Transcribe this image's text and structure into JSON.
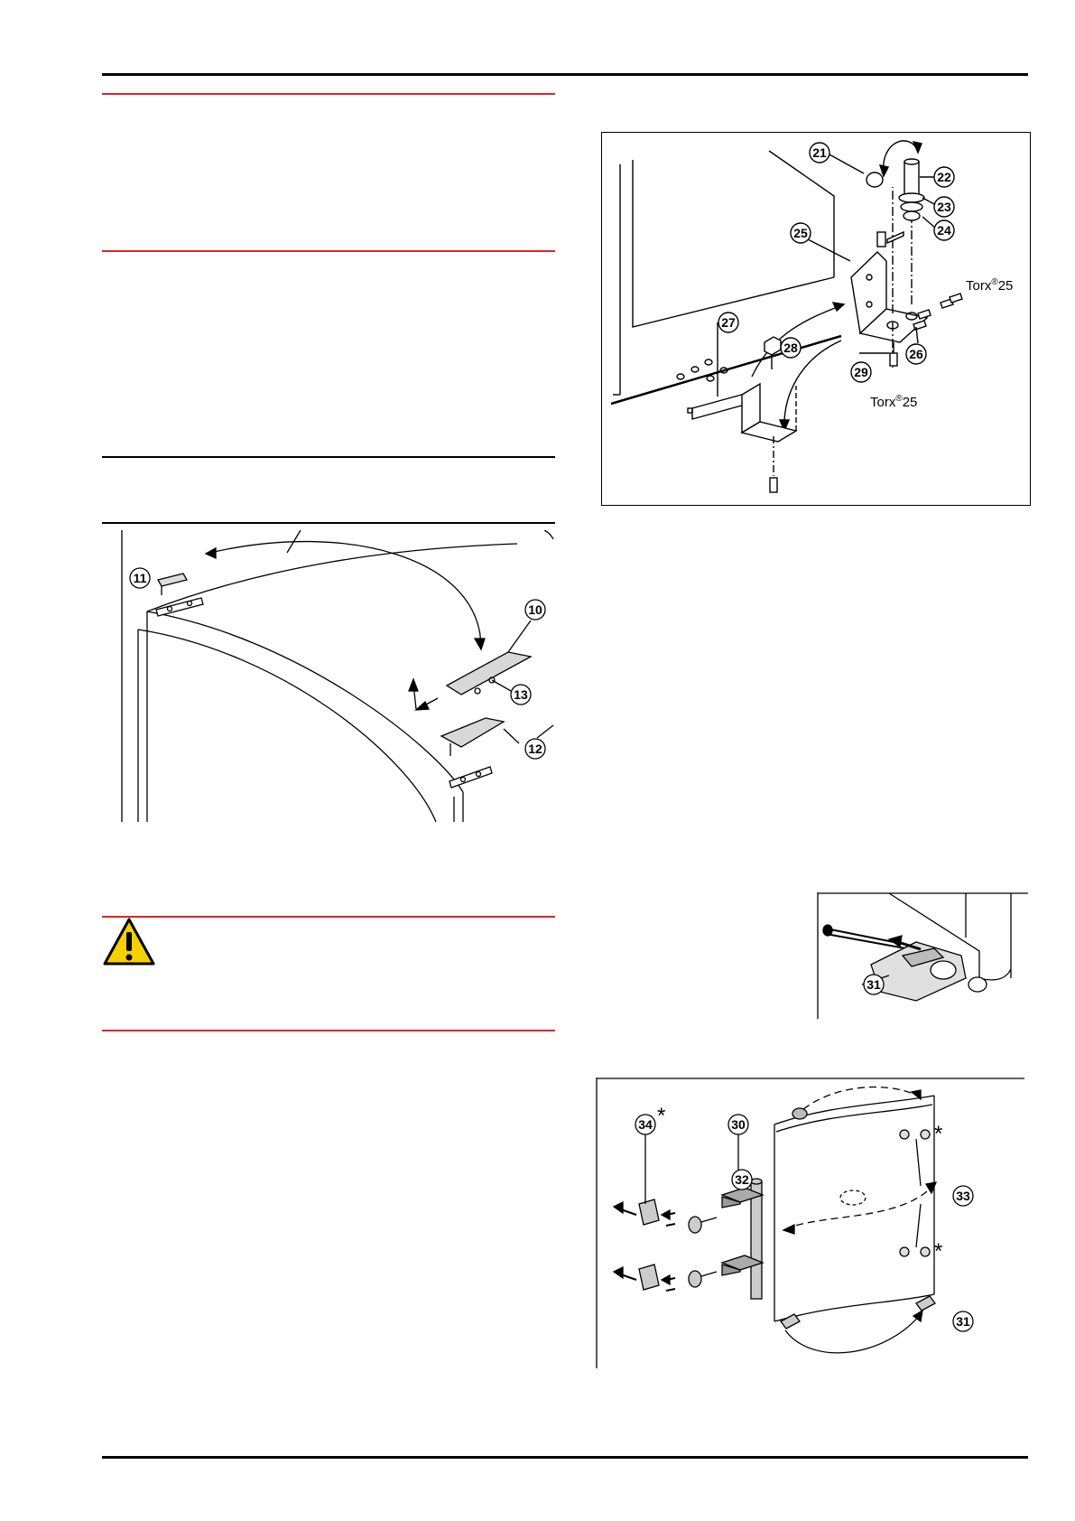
{
  "fig_hinge": {
    "callouts": [
      "21",
      "22",
      "23",
      "24",
      "25",
      "26",
      "27",
      "28",
      "29"
    ],
    "torx_label_1": "Torx",
    "torx_size_1": "25",
    "torx_label_2": "Torx",
    "torx_size_2": "25",
    "reg_mark": "®"
  },
  "fig_top": {
    "callouts": [
      "11",
      "10",
      "13",
      "12"
    ]
  },
  "fig_clip": {
    "callouts": [
      "31"
    ]
  },
  "fig_door": {
    "callouts": [
      "34",
      "30",
      "32",
      "33",
      "31"
    ],
    "asterisk": "*"
  },
  "colors": {
    "red_rule": "#d9262b",
    "black_rule": "#000000",
    "warning_yellow": "#f5d000"
  },
  "icons": [
    "warning-triangle-icon"
  ]
}
